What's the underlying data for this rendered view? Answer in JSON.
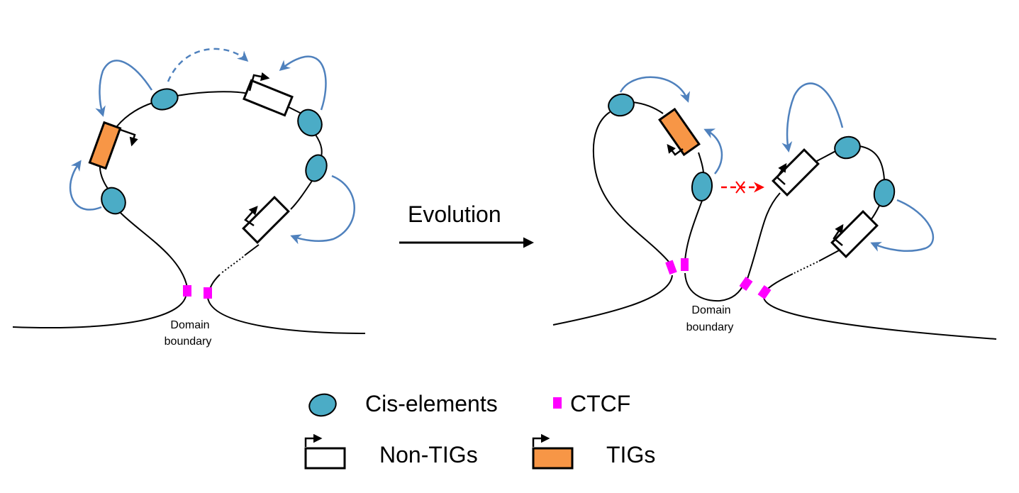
{
  "transition_label": "Evolution",
  "left_panel": {
    "boundary_label_line1": "Domain",
    "boundary_label_line2": "boundary"
  },
  "right_panel": {
    "boundary_label_line1": "Domain",
    "boundary_label_line2": "boundary"
  },
  "legend": {
    "cis_elements": "Cis-elements",
    "ctcf": "CTCF",
    "non_tigs": "Non-TIGs",
    "tigs": "TIGs"
  },
  "colors": {
    "cis_element": "#4bacc6",
    "ctcf": "#ff00ff",
    "tig": "#f79646",
    "regulation_arrow": "#4f81bd",
    "lost_interaction": "#ff0000"
  }
}
